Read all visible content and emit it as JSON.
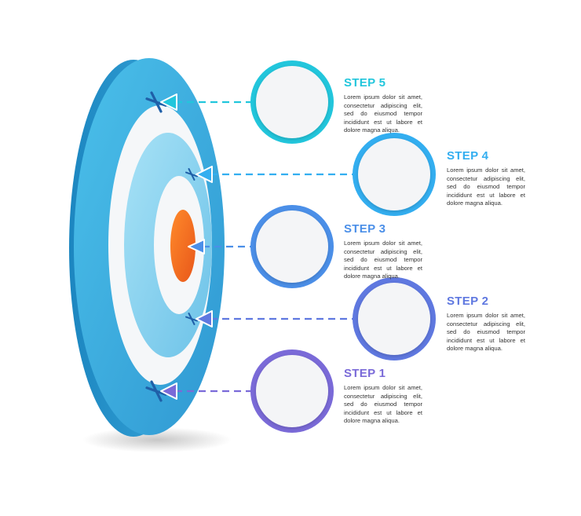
{
  "steps": [
    {
      "title": "STEP 5",
      "description": "Lorem ipsum dolor sit amet, consectetur adipiscing elit, sed do eiusmod tempor incididunt est ut labore et dolore magna aliqua.",
      "color": "#22c6dc"
    },
    {
      "title": "STEP 4",
      "description": "Lorem ipsum dolor sit amet, consectetur adipiscing elit, sed do eiusmod tempor incididunt est ut labore et dolore magna aliqua.",
      "color": "#33aef0"
    },
    {
      "title": "STEP 3",
      "description": "Lorem ipsum dolor sit amet, consectetur adipiscing elit, sed do eiusmod tempor incididunt est ut labore et dolore magna aliqua.",
      "color": "#4b8fe8"
    },
    {
      "title": "STEP 2",
      "description": "Lorem ipsum dolor sit amet, consectetur adipiscing elit, sed do eiusmod tempor incididunt est ut labore et dolore magna aliqua.",
      "color": "#5f78e0"
    },
    {
      "title": "STEP 1",
      "description": "Lorem ipsum dolor sit amet, consectetur adipiscing elit, sed do eiusmod tempor incididunt est ut labore et dolore magna aliqua.",
      "color": "#7a6ad8"
    }
  ],
  "target": {
    "outer_color": "#3aa8dc",
    "side_color": "#1f8cc4",
    "ring_white": "#f7f8fa",
    "ring_blue": "#8fd3ef",
    "bullseye_color": "#f26522"
  }
}
